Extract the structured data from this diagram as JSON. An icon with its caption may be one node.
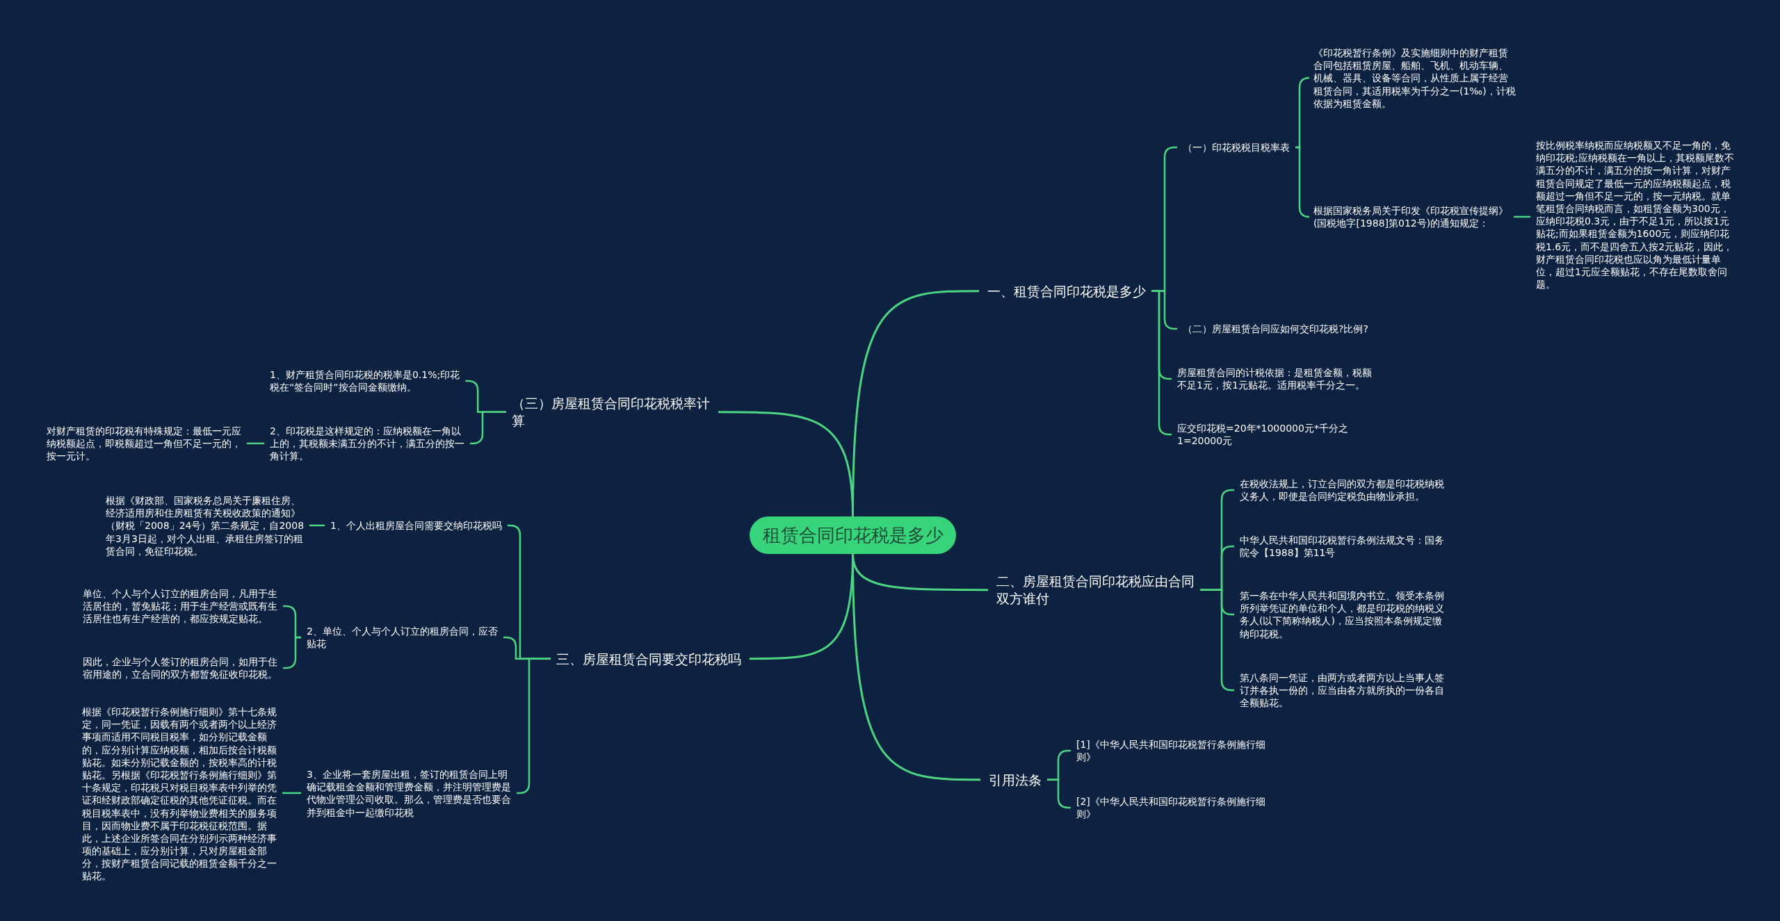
{
  "diagram": {
    "nodes": [
      {
        "text": [
          "租赁合同印花税是多少"
        ]
      },
      {
        "text": [
          "一、租赁合同印花税是多少"
        ]
      },
      {
        "text": [
          "（一）印花税税目税率表"
        ]
      },
      {
        "text": [
          "《印花税暂行条例》及实施细则中的财产租赁合同包括租赁房屋、船舶、飞机、机动车辆、机械、器具、设备等合同，从性质上属于经营租赁合同，其适用税率为千分之一(1‰)，计税依据为租赁金额。"
        ]
      },
      {
        "text": [
          "根据国家税务局关于印发《印花税宣传提纲》(国税地字[1988]第012号)的通知规定："
        ]
      },
      {
        "text": [
          "按比例税率纳税而应纳税额又不足一角的，免纳印花税;应纳税额在一角以上，其税额尾数不满五分的不计，满五分的按一角计算，对财产租赁合同规定了最低一元的应纳税额起点，税额超过一角但不足一元的，按一元纳税。就单笔租赁合同纳税而言，如租赁金额为300元，应纳印花税0.3元，由于不足1元，所以按1元贴花;而如果租赁金额为1600元，则应纳印花税1.6元，而不是四舍五入按2元贴花，因此，财产租赁合同印花税也应以角为最低计量单位，超过1元应全额贴花，不存在尾数取舍问题。"
        ]
      },
      {
        "text": [
          "（二）房屋租赁合同应如何交印花税?比例?"
        ]
      },
      {
        "text": [
          "房屋租赁合同的计税依据：是租赁金额，税额不足1元，按1元贴花。适用税率千分之一。"
        ]
      },
      {
        "text": [
          "应交印花税=20年*1000000元*千分之1=20000元"
        ]
      },
      {
        "text": [
          "二、房屋租赁合同印花税应由合同双方谁付"
        ]
      },
      {
        "text": [
          "在税收法规上，订立合同的双方都是印花税纳税义务人，即使是合同约定税负由物业承担。"
        ]
      },
      {
        "text": [
          "中华人民共和国印花税暂行条例法规文号：国务院令【1988】第11号"
        ]
      },
      {
        "text": [
          "第一条在中华人民共和国境内书立、领受本条例所列举凭证的单位和个人，都是印花税的纳税义务人(以下简称纳税人)，应当按照本条例规定缴纳印花税。"
        ]
      },
      {
        "text": [
          "第八条同一凭证，由两方或者两方以上当事人签订并各执一份的，应当由各方就所执的一份各自全额贴花。"
        ]
      },
      {
        "text": [
          "引用法条"
        ]
      },
      {
        "text": [
          "[1]《中华人民共和国印花税暂行条例施行细则》"
        ]
      },
      {
        "text": [
          "[2]《中华人民共和国印花税暂行条例施行细则》"
        ]
      },
      {
        "text": [
          "（三）房屋租赁合同印花税税率计算"
        ]
      },
      {
        "text": [
          "1、财产租赁合同印花税的税率是0.1%;印花税在“签合同时”按合同金额缴纳。"
        ]
      },
      {
        "text": [
          "2、印花税是这样规定的：应纳税额在一角以上的，其税额未满五分的不计，满五分的按一角计算。"
        ]
      },
      {
        "text": [
          "对财产租赁的印花税有特殊规定：最低一元应纳税额起点，即税额超过一角但不足一元的，按一元计。"
        ]
      },
      {
        "text": [
          "三、房屋租赁合同要交印花税吗"
        ]
      },
      {
        "text": [
          "1、个人出租房屋合同需要交纳印花税吗"
        ]
      },
      {
        "text": [
          "根据《财政部、国家税务总局关于廉租住房、经济适用房和住房租赁有关税收政策的通知》（财税「2008」24号）第二条规定，自2008年3月3日起，对个人出租、承租住房签订的租赁合同，免征印花税。"
        ]
      },
      {
        "text": [
          "2、单位、个人与个人订立的租房合同，应否贴花"
        ]
      },
      {
        "text": [
          "单位、个人与个人订立的租房合同，凡用于生活居住的，暂免贴花；用于生产经营或既有生活居住也有生产经营的，都应按规定贴花。"
        ]
      },
      {
        "text": [
          "因此，企业与个人签订的租房合同，如用于住宿用途的，立合同的双方都暂免征收印花税。"
        ]
      },
      {
        "text": [
          "3、企业将一套房屋出租，签订的租赁合同上明确记载租金金额和管理费金额，并注明管理费是代物业管理公司收取。那么，管理费是否也要合并到租金中一起缴印花税"
        ]
      },
      {
        "text": [
          "根据《印花税暂行条例施行细则》第十七条规定，同一凭证，因载有两个或者两个以上经济事项而适用不同税目税率，如分别记载金额的，应分别计算应纳税额，相加后按合计税额贴花。如未分别记载金额的，按税率高的计税贴花。另根据《印花税暂行条例施行细则》第十条规定，印花税只对税目税率表中列举的凭证和经财政部确定征税的其他凭证征税。而在税目税率表中，没有列举物业费相关的服务项目，因而物业费不属于印花税征税范围。据此，上述企业所签合同在分别列示两种经济事项的基础上，应分别计算，只对房屋租金部分，按财产租赁合同记载的租赁金额千分之一贴花。"
        ]
      }
    ],
    "edges": [
      {
        "from": 0,
        "to": 1,
        "arrow": "none"
      },
      {
        "from": 1,
        "to": 2,
        "arrow": "none"
      },
      {
        "from": 2,
        "to": 3,
        "arrow": "none"
      },
      {
        "from": 2,
        "to": 4,
        "arrow": "none"
      },
      {
        "from": 4,
        "to": 5,
        "arrow": "none"
      },
      {
        "from": 1,
        "to": 6,
        "arrow": "none"
      },
      {
        "from": 1,
        "to": 7,
        "arrow": "none"
      },
      {
        "from": 1,
        "to": 8,
        "arrow": "none"
      },
      {
        "from": 0,
        "to": 9,
        "arrow": "none"
      },
      {
        "from": 9,
        "to": 10,
        "arrow": "none"
      },
      {
        "from": 9,
        "to": 11,
        "arrow": "none"
      },
      {
        "from": 9,
        "to": 12,
        "arrow": "none"
      },
      {
        "from": 9,
        "to": 13,
        "arrow": "none"
      },
      {
        "from": 0,
        "to": 14,
        "arrow": "none"
      },
      {
        "from": 14,
        "to": 15,
        "arrow": "none"
      },
      {
        "from": 14,
        "to": 16,
        "arrow": "none"
      },
      {
        "from": 0,
        "to": 17,
        "arrow": "none"
      },
      {
        "from": 17,
        "to": 18,
        "arrow": "none"
      },
      {
        "from": 17,
        "to": 19,
        "arrow": "none"
      },
      {
        "from": 19,
        "to": 20,
        "arrow": "none"
      },
      {
        "from": 0,
        "to": 21,
        "arrow": "none"
      },
      {
        "from": 21,
        "to": 22,
        "arrow": "none"
      },
      {
        "from": 22,
        "to": 23,
        "arrow": "none"
      },
      {
        "from": 21,
        "to": 24,
        "arrow": "none"
      },
      {
        "from": 24,
        "to": 25,
        "arrow": "none"
      },
      {
        "from": 24,
        "to": 26,
        "arrow": "none"
      },
      {
        "from": 21,
        "to": 27,
        "arrow": "none"
      },
      {
        "from": 27,
        "to": 28,
        "arrow": "none"
      }
    ]
  }
}
